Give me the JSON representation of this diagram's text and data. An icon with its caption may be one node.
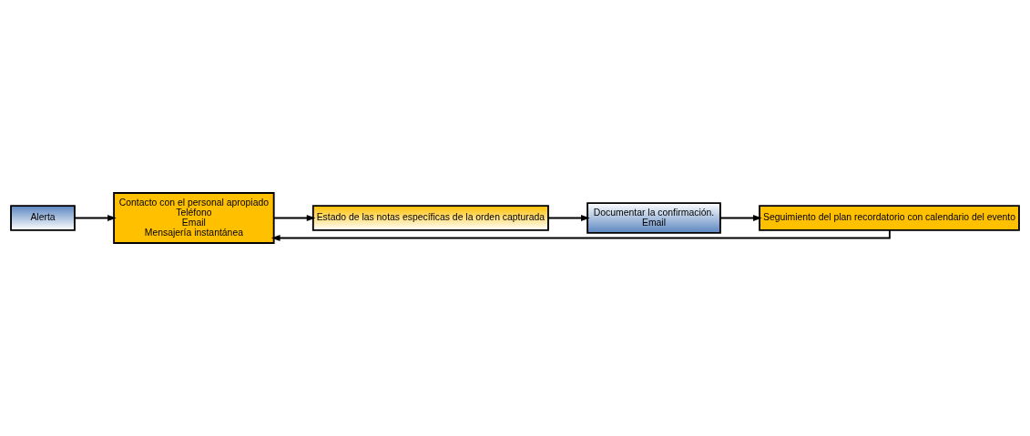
{
  "diagram": {
    "nodes": [
      {
        "text": [
          "Alerta"
        ]
      },
      {
        "text": [
          "Contacto con el personal apropiado",
          "Teléfono",
          "Email",
          "Mensajería instantánea"
        ]
      },
      {
        "text": [
          "Estado de las notas específicas de la orden capturada"
        ]
      },
      {
        "text": [
          "Documentar la confirmación.",
          "Email"
        ]
      },
      {
        "text": [
          "Seguimiento del plan recordatorio con calendario del evento"
        ]
      }
    ],
    "edges": [
      {
        "from": 0,
        "to": 1,
        "arrow": "to"
      },
      {
        "from": 1,
        "to": 2,
        "arrow": "to"
      },
      {
        "from": 2,
        "to": 3,
        "arrow": "to"
      },
      {
        "from": 3,
        "to": 4,
        "arrow": "to"
      },
      {
        "from": 4,
        "to": 1,
        "arrow": "to"
      }
    ]
  }
}
